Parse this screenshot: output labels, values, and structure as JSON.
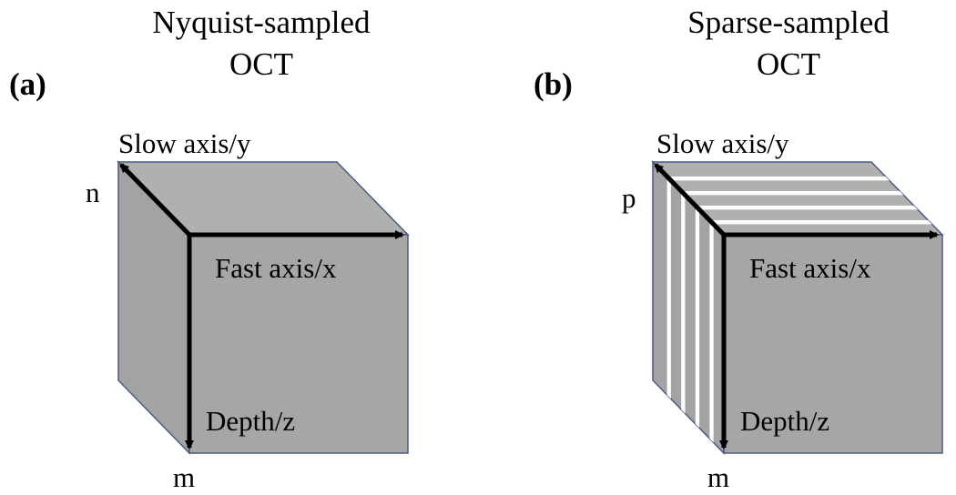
{
  "colors": {
    "cube_fill": "#a6a6a6",
    "cube_edge": "#4a5a80",
    "stripe": "#ffffff",
    "arrow": "#000000"
  },
  "panel_a": {
    "letter": "(a)",
    "title_line1": "Nyquist-sampled",
    "title_line2": "OCT",
    "slow_axis": "Slow axis/y",
    "fast_axis": "Fast axis/x",
    "depth_axis": "Depth/z",
    "slow_count": "n",
    "depth_count": "m"
  },
  "panel_b": {
    "letter": "(b)",
    "title_line1": "Sparse-sampled",
    "title_line2": "OCT",
    "slow_axis": "Slow axis/y",
    "fast_axis": "Fast axis/x",
    "depth_axis": "Depth/z",
    "slow_count": "p",
    "depth_count": "m"
  }
}
